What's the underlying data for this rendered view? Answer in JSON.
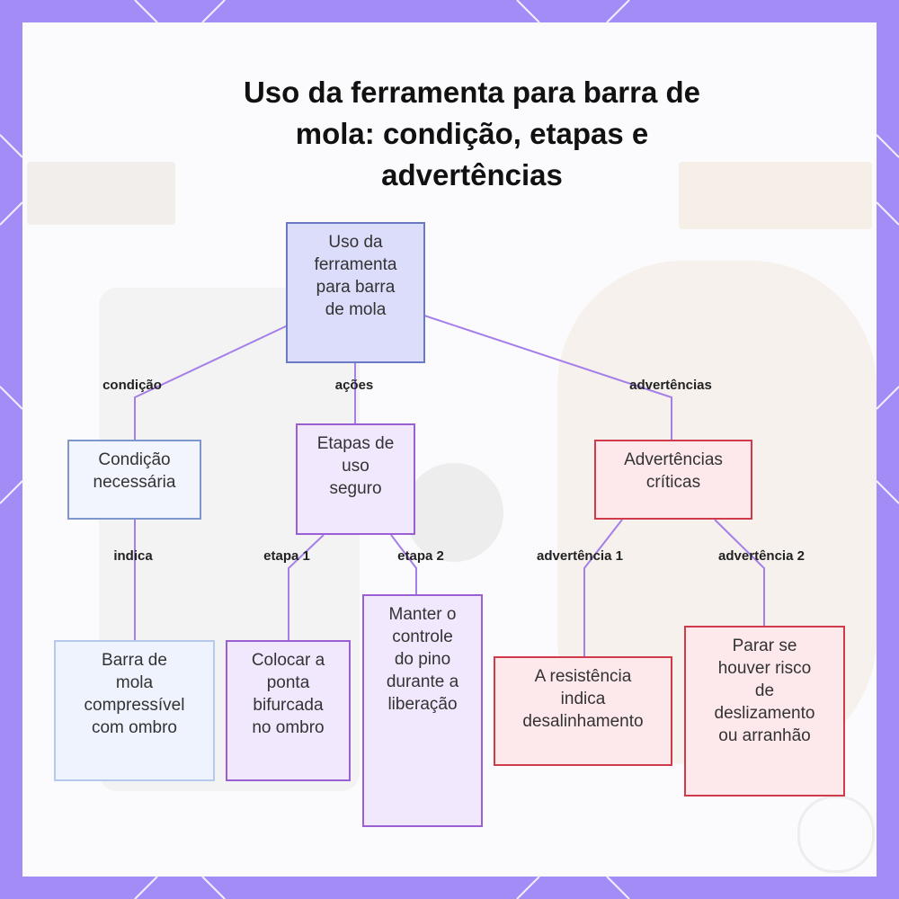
{
  "title": "Uso da ferramenta para barra de\nmola: condição, etapas e\nadvertências",
  "nodes": {
    "root": "Uso da\nferramenta\npara barra\nde mola",
    "condition": "Condição\nnecessária",
    "steps": "Etapas de\nuso\nseguro",
    "warnings": "Advertências\ncríticas",
    "bar": "Barra de\nmola\ncompressível\ncom ombro",
    "step1": "Colocar a\nponta\nbifurcada\nno ombro",
    "step2": "Manter o\ncontrole\ndo pino\ndurante a\nliberação",
    "warn1": "A resistência\nindica\ndesalinhamento",
    "warn2": "Parar se\nhouver risco\nde\ndeslizamento\nou arranhão"
  },
  "edges": {
    "condicao": "condição",
    "acoes": "ações",
    "advertencias": "advertências",
    "indica": "indica",
    "etapa1": "etapa 1",
    "etapa2": "etapa 2",
    "advertencia1": "advertência 1",
    "advertencia2": "advertência 2"
  },
  "colors": {
    "frame": "#a48cf7",
    "edge": "#a57fe9",
    "blue_node": "#dcdcfb",
    "purple_node": "#f2e8fe",
    "red_node": "#fde8ec"
  }
}
